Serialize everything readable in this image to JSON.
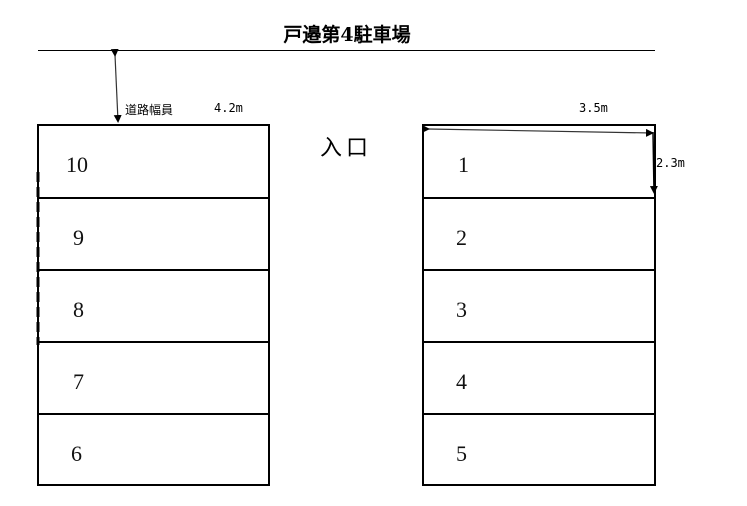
{
  "title": "戸邉第4駐車場",
  "road": {
    "label": "道路幅員",
    "width": "4.2m"
  },
  "entrance_label": "入口",
  "dimensions": {
    "stall_length": "3.5m",
    "stall_width": "2.3m"
  },
  "left_block": {
    "stalls": [
      {
        "number": "10"
      },
      {
        "number": "9"
      },
      {
        "number": "8"
      },
      {
        "number": "7"
      },
      {
        "number": "6"
      }
    ]
  },
  "right_block": {
    "stalls": [
      {
        "number": "1"
      },
      {
        "number": "2"
      },
      {
        "number": "3"
      },
      {
        "number": "4"
      },
      {
        "number": "5"
      }
    ]
  },
  "colors": {
    "line": "#000000",
    "background": "#ffffff"
  }
}
